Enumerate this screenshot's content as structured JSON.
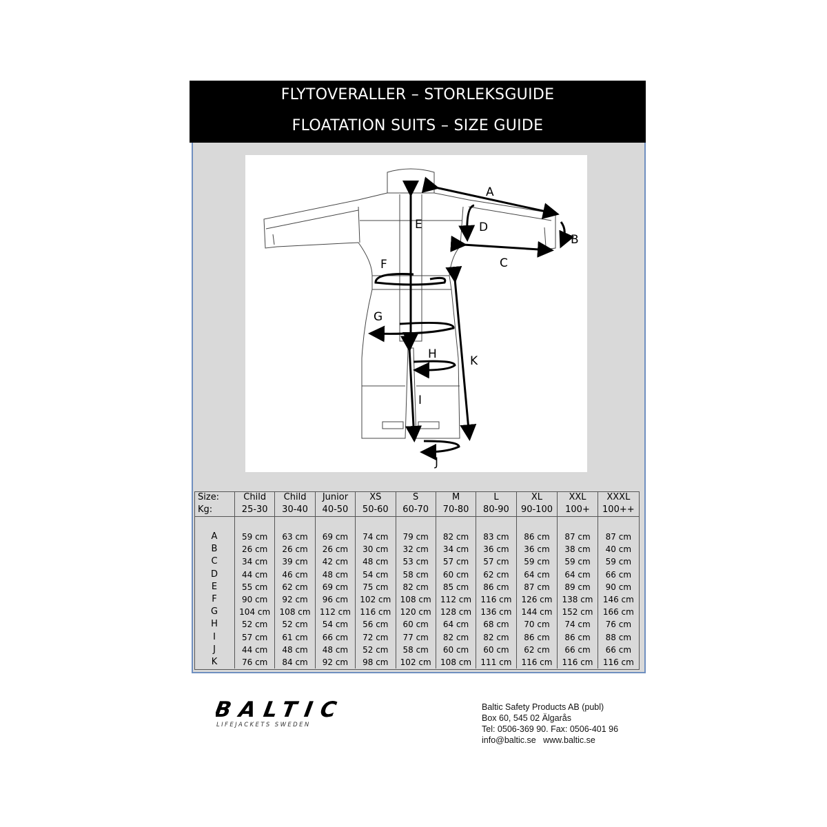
{
  "header": {
    "title_sv": "FLYTOVERALLER – STORLEKSGUIDE",
    "title_en": "FLOATATION SUITS – SIZE GUIDE"
  },
  "diagram": {
    "labels": {
      "A": "A",
      "B": "B",
      "C": "C",
      "D": "D",
      "E": "E",
      "F": "F",
      "G": "G",
      "H": "H",
      "I": "I",
      "J": "J",
      "K": "K"
    }
  },
  "table": {
    "size_label": "Size:",
    "kg_label": "Kg:",
    "sizes": [
      "Child",
      "Child",
      "Junior",
      "XS",
      "S",
      "M",
      "L",
      "XL",
      "XXL",
      "XXXL"
    ],
    "kg": [
      "25-30",
      "30-40",
      "40-50",
      "50-60",
      "60-70",
      "70-80",
      "80-90",
      "90-100",
      "100+",
      "100++"
    ],
    "rows": [
      {
        "label": "A",
        "values": [
          "59 cm",
          "63 cm",
          "69 cm",
          "74 cm",
          "79 cm",
          "82 cm",
          "83 cm",
          "86 cm",
          "87 cm",
          "87 cm"
        ]
      },
      {
        "label": "B",
        "values": [
          "26 cm",
          "26 cm",
          "26 cm",
          "30 cm",
          "32 cm",
          "34 cm",
          "36 cm",
          "36 cm",
          "38 cm",
          "40 cm"
        ]
      },
      {
        "label": "C",
        "values": [
          "34 cm",
          "39 cm",
          "42 cm",
          "48 cm",
          "53 cm",
          "57 cm",
          "57 cm",
          "59 cm",
          "59 cm",
          "59 cm"
        ]
      },
      {
        "label": "D",
        "values": [
          "44 cm",
          "46 cm",
          "48 cm",
          "54 cm",
          "58 cm",
          "60 cm",
          "62 cm",
          "64 cm",
          "64 cm",
          "66 cm"
        ]
      },
      {
        "label": "E",
        "values": [
          "55 cm",
          "62 cm",
          "69 cm",
          "75 cm",
          "82 cm",
          "85 cm",
          "86 cm",
          "87 cm",
          "89 cm",
          "90 cm"
        ]
      },
      {
        "label": "F",
        "values": [
          "90 cm",
          "92 cm",
          "96 cm",
          "102 cm",
          "108 cm",
          "112 cm",
          "116 cm",
          "126 cm",
          "138 cm",
          "146 cm"
        ]
      },
      {
        "label": "G",
        "values": [
          "104 cm",
          "108 cm",
          "112 cm",
          "116 cm",
          "120 cm",
          "128 cm",
          "136 cm",
          "144 cm",
          "152 cm",
          "166 cm"
        ]
      },
      {
        "label": "H",
        "values": [
          "52 cm",
          "52 cm",
          "54 cm",
          "56 cm",
          "60 cm",
          "64 cm",
          "68 cm",
          "70 cm",
          "74 cm",
          "76 cm"
        ]
      },
      {
        "label": "I",
        "values": [
          "57 cm",
          "61 cm",
          "66 cm",
          "72 cm",
          "77 cm",
          "82 cm",
          "82 cm",
          "86 cm",
          "86 cm",
          "88 cm"
        ]
      },
      {
        "label": "J",
        "values": [
          "44 cm",
          "48 cm",
          "48 cm",
          "52 cm",
          "58 cm",
          "60 cm",
          "60 cm",
          "62 cm",
          "66 cm",
          "66 cm"
        ]
      },
      {
        "label": "K",
        "values": [
          "76 cm",
          "84 cm",
          "92 cm",
          "98 cm",
          "102 cm",
          "108 cm",
          "111 cm",
          "116 cm",
          "116 cm",
          "116 cm"
        ]
      }
    ]
  },
  "footer": {
    "logo_text": "BALTIC",
    "logo_tagline": "LIFEJACKETS SWEDEN",
    "company": "Baltic Safety Products AB (publ)",
    "address": "Box 60, 545 02 Älgarås",
    "phone": "Tel: 0506-369 90. Fax: 0506-401 96",
    "email": "info@baltic.se",
    "web": "www.baltic.se"
  }
}
